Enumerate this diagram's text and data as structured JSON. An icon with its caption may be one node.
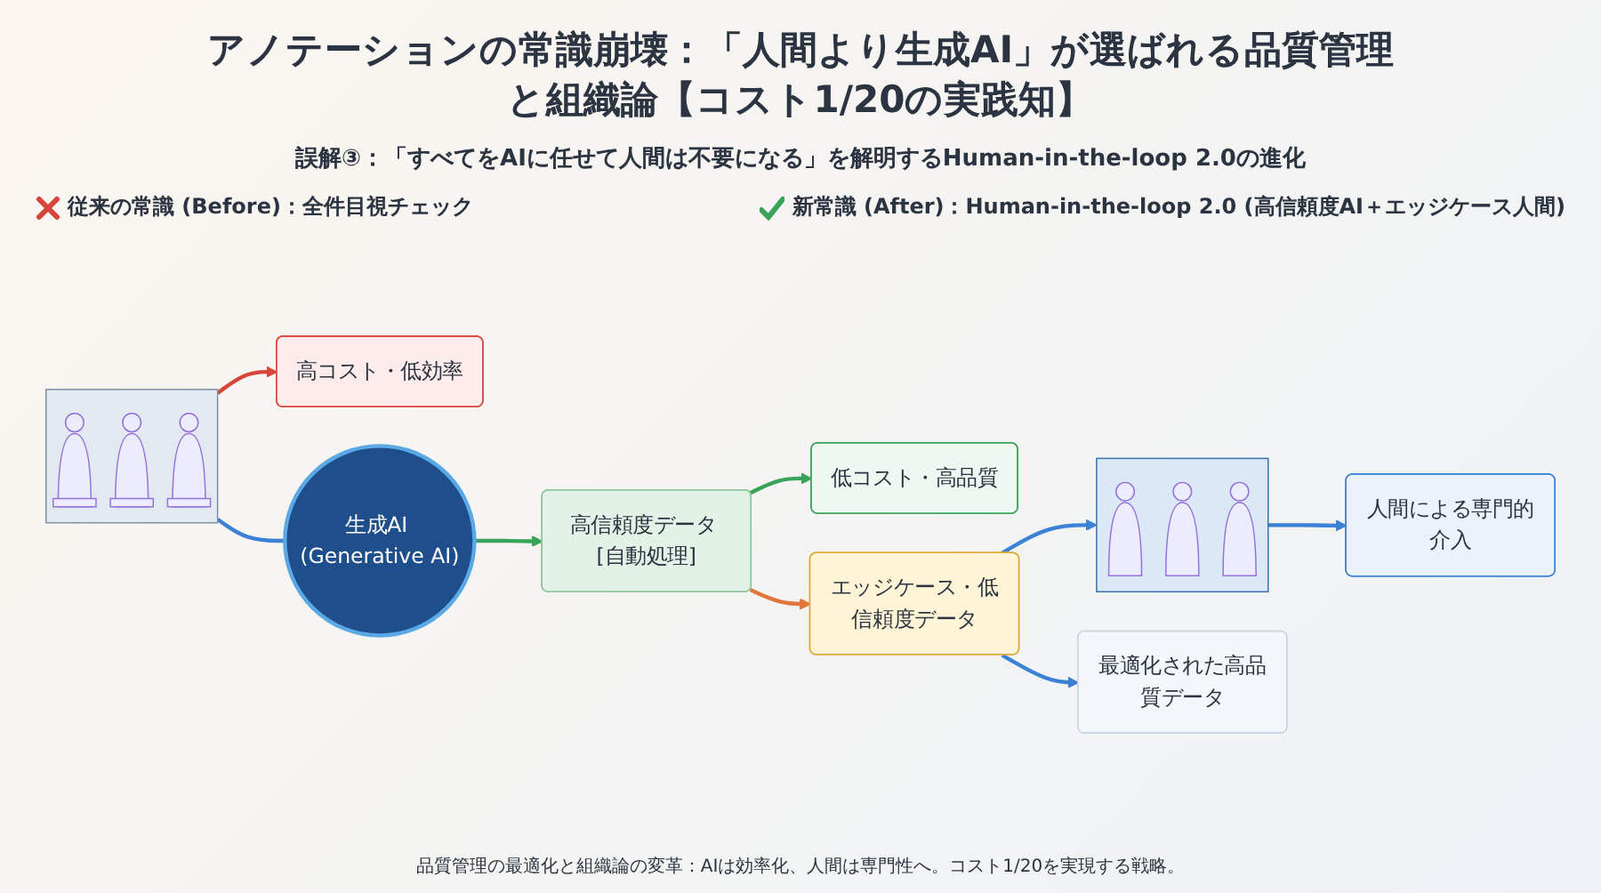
{
  "diagram": {
    "title": "アノテーションの常識崩壊：「人間より生成AI」が選ばれる品質管理と組織論【コスト1/20の実践知】",
    "caption": "品質管理の最適化と組織論の変革：AIは効率化、人間は専門性へ。コスト1/20を実現する戦略。",
    "nodes": [
      {
        "text": [],
        "shape": "picture"
      },
      {
        "text": [
          "高コスト・低効率"
        ]
      },
      {
        "text": [
          "生成AI (Generative AI)"
        ]
      },
      {
        "text": [
          "高信頼度データ [自動処理]"
        ]
      },
      {
        "text": [
          "低コスト・高品質"
        ]
      },
      {
        "text": [
          "エッジケース・低信頼度データ"
        ]
      },
      {
        "text": [],
        "shape": "picture"
      },
      {
        "text": [
          "人間による専門的介入"
        ]
      },
      {
        "text": [
          "最適化された高品質データ"
        ]
      }
    ],
    "edges": [
      {
        "from": 0,
        "to": 1,
        "arrow": "to",
        "color": "#d9443a"
      },
      {
        "from": 0,
        "to": 2,
        "arrow": "none"
      },
      {
        "from": 2,
        "to": 3,
        "arrow": "to",
        "color": "#3aa35a"
      },
      {
        "from": 3,
        "to": 4,
        "arrow": "to",
        "color": "#3aa35a"
      },
      {
        "from": 3,
        "to": 5,
        "arrow": "to",
        "color": "#e0763a"
      },
      {
        "from": 5,
        "to": 6,
        "arrow": "to"
      },
      {
        "from": 6,
        "to": 7,
        "arrow": "to"
      },
      {
        "from": 5,
        "to": 8,
        "arrow": "to"
      }
    ],
    "labels": [
      "誤解③：「すべてをAIに任せて人間は不要になる」を解明するHuman-in-the-loop 2.0の進化",
      "従来の常識 (Before)：全件目視チェック",
      "新常識 (After)：Human-in-the-loop 2.0 (高信頼度AI＋エッジケース人間)"
    ]
  }
}
